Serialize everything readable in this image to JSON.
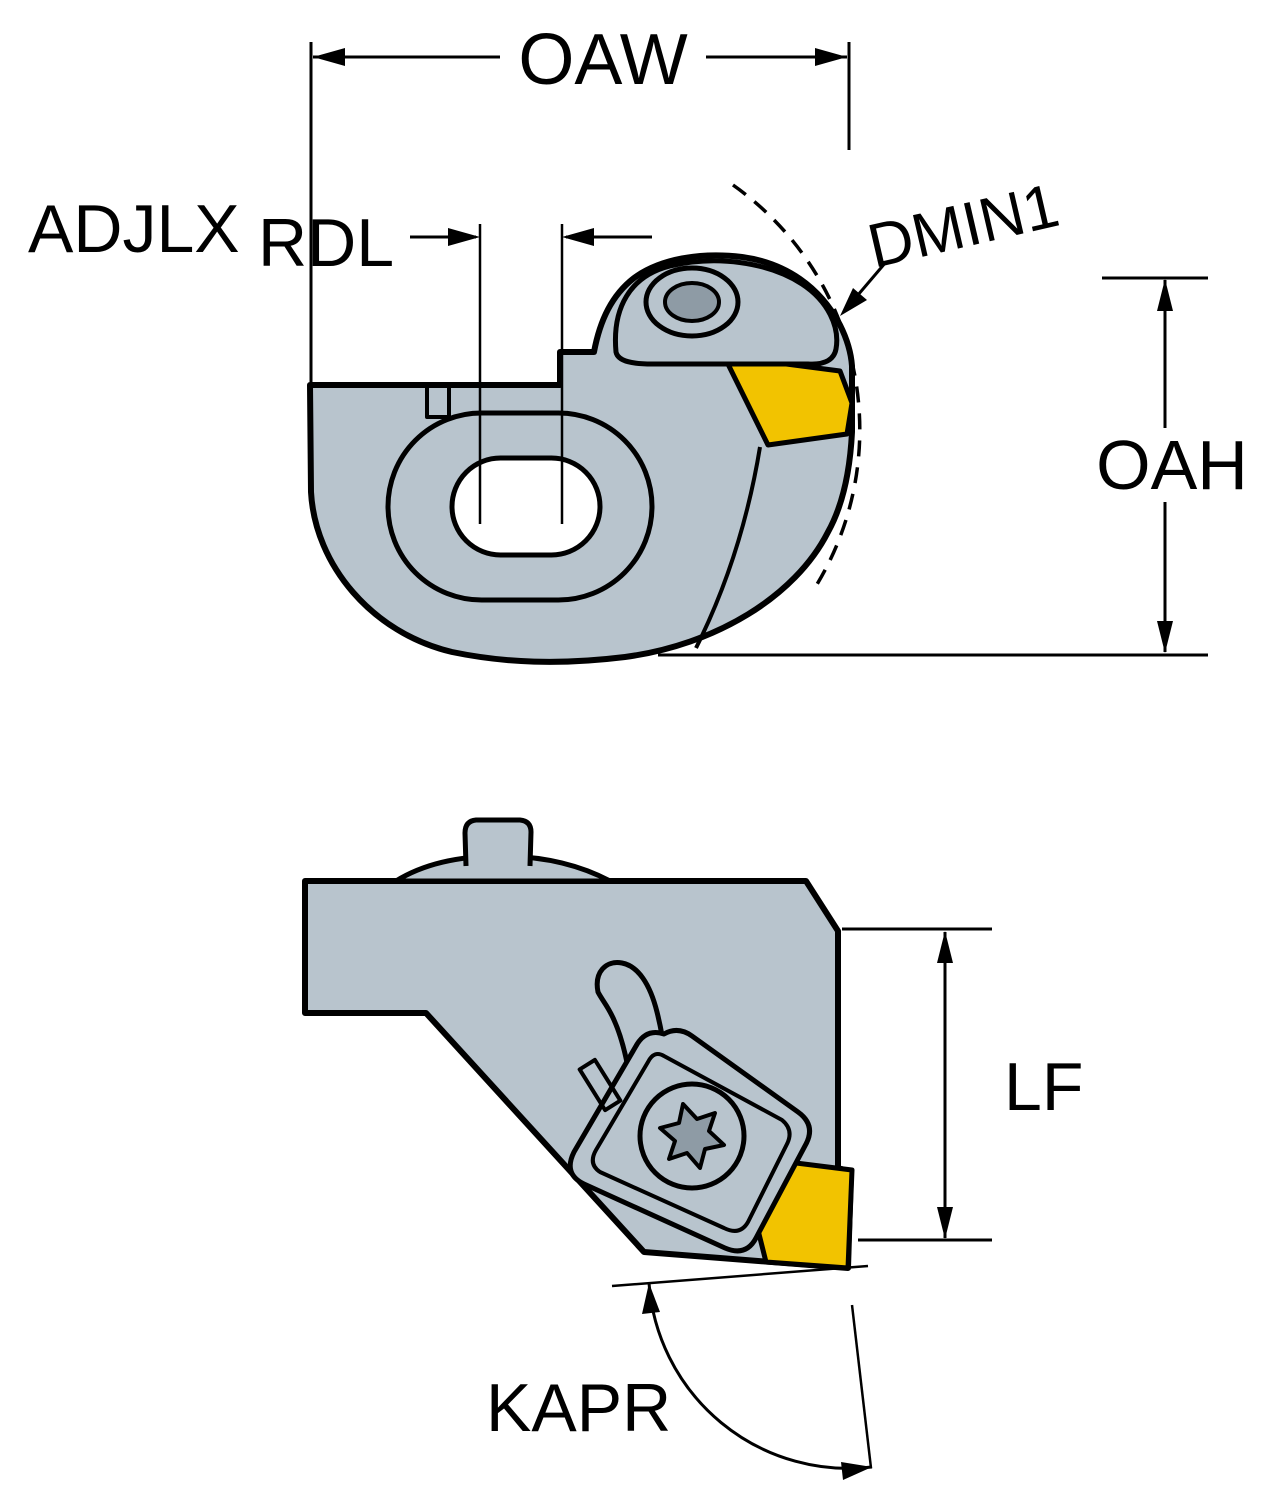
{
  "labels": {
    "oaw": "OAW",
    "adjlx": "ADJLX",
    "rdl": "RDL",
    "dmin1": "DMIN1",
    "oah": "OAH",
    "lf": "LF",
    "kapr": "KAPR"
  },
  "colors": {
    "background": "#ffffff",
    "tool_body": "#b8c4cd",
    "insert_yellow": "#f2c300",
    "detail_dark": "#8e9ba5",
    "line": "#000000"
  }
}
